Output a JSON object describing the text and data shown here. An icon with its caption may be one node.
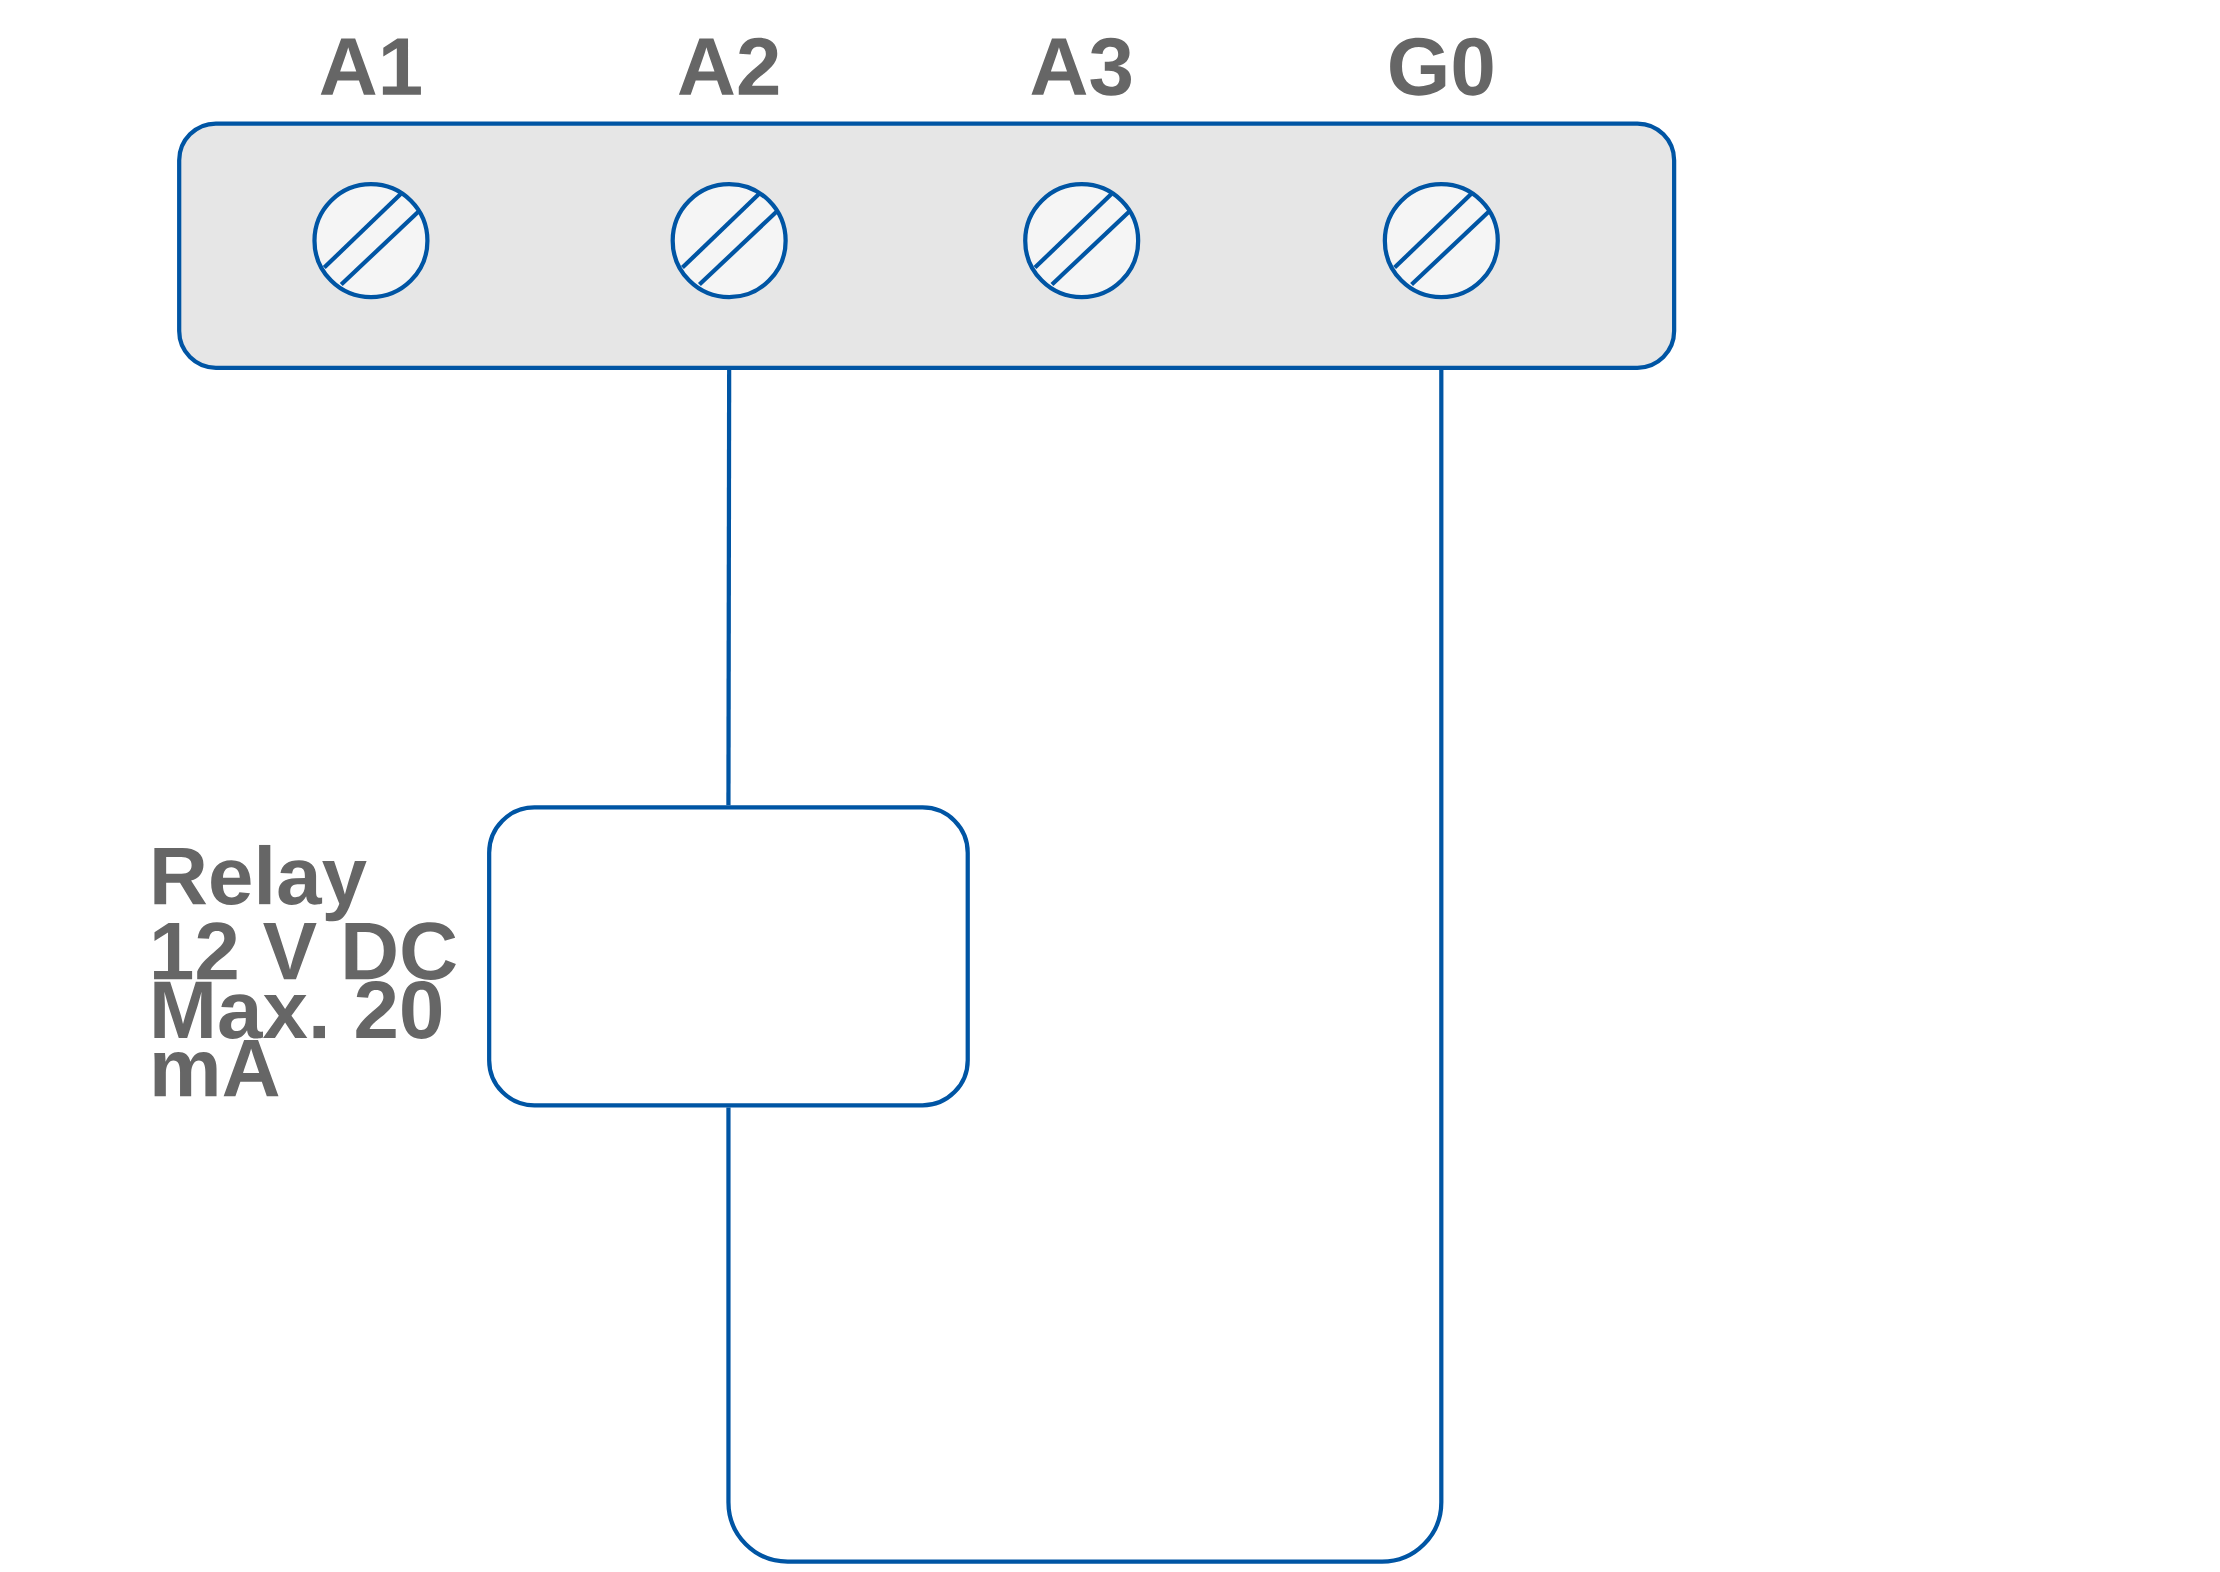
{
  "diagram": {
    "nodes": [
      {
        "text": [],
        "shape": "box"
      },
      {
        "text": [],
        "shape": "circle",
        "in": 0,
        "beside": [
          "A1"
        ]
      },
      {
        "text": [],
        "shape": "circle",
        "in": 0,
        "beside": [
          "A2"
        ]
      },
      {
        "text": [],
        "shape": "circle",
        "in": 0,
        "beside": [
          "A3"
        ]
      },
      {
        "text": [],
        "shape": "circle",
        "in": 0,
        "beside": [
          "G0"
        ]
      },
      {
        "text": [],
        "shape": "box",
        "beside": [
          "Relay 12 V DC Max. 20 mA"
        ]
      }
    ],
    "edges": [
      {
        "from": 2,
        "to": 5,
        "arrow": "none"
      },
      {
        "from": 5,
        "to": 4,
        "arrow": "none"
      }
    ]
  }
}
